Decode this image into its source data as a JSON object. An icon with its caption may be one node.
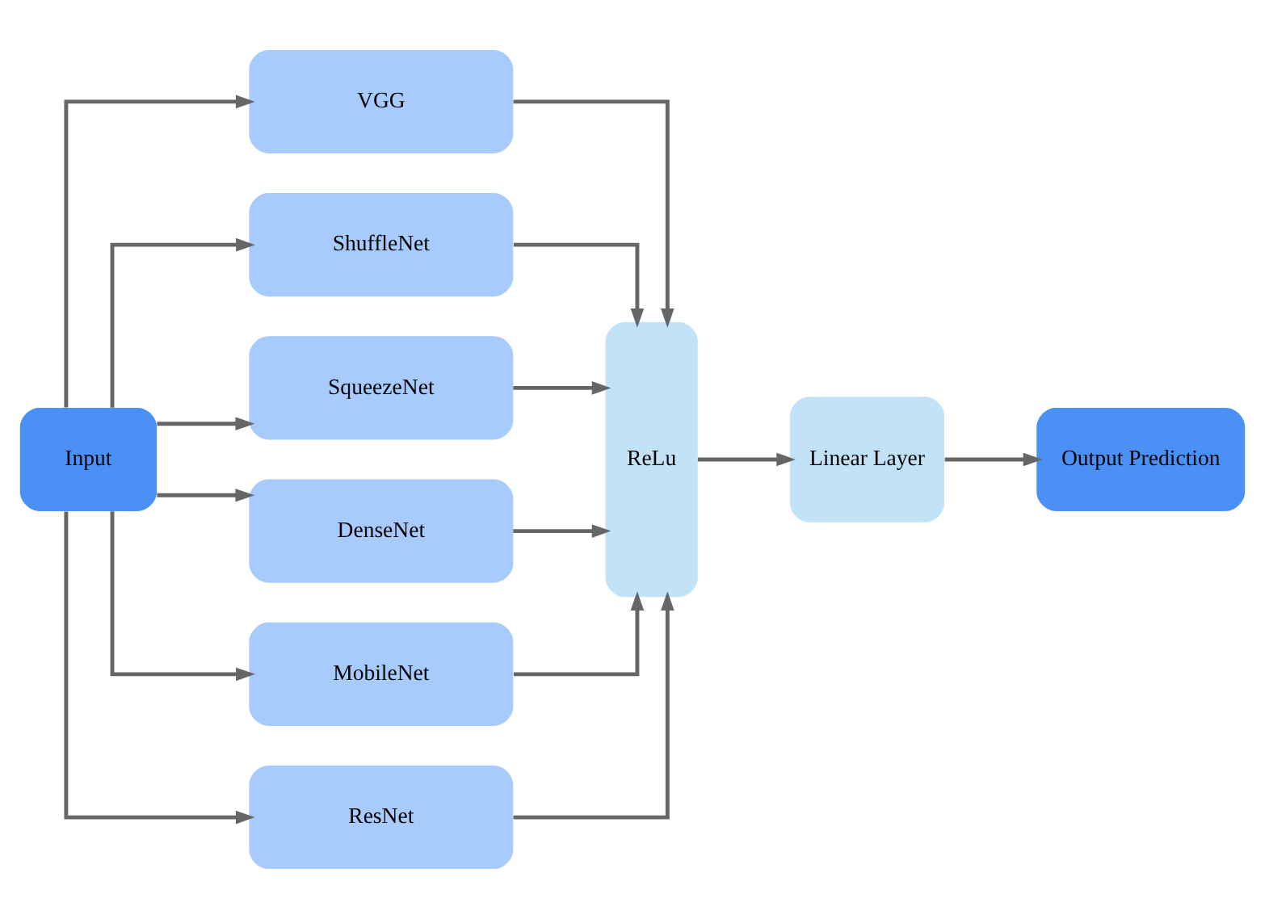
{
  "diagram": {
    "nodes": [
      {
        "text": [
          "Input"
        ]
      },
      {
        "text": [
          "VGG"
        ]
      },
      {
        "text": [
          "ShuffleNet"
        ]
      },
      {
        "text": [
          "SqueezeNet"
        ]
      },
      {
        "text": [
          "DenseNet"
        ]
      },
      {
        "text": [
          "MobileNet"
        ]
      },
      {
        "text": [
          "ResNet"
        ]
      },
      {
        "text": [
          "ReLu"
        ]
      },
      {
        "text": [
          "Linear Layer"
        ]
      },
      {
        "text": [
          "Output Prediction"
        ]
      }
    ],
    "edges": [
      {
        "from": 0,
        "to": 1,
        "arrow": "to"
      },
      {
        "from": 0,
        "to": 2,
        "arrow": "to"
      },
      {
        "from": 0,
        "to": 3,
        "arrow": "to"
      },
      {
        "from": 0,
        "to": 4,
        "arrow": "to"
      },
      {
        "from": 0,
        "to": 5,
        "arrow": "to"
      },
      {
        "from": 0,
        "to": 6,
        "arrow": "to"
      },
      {
        "from": 1,
        "to": 7,
        "arrow": "to"
      },
      {
        "from": 2,
        "to": 7,
        "arrow": "to"
      },
      {
        "from": 3,
        "to": 7,
        "arrow": "to"
      },
      {
        "from": 4,
        "to": 7,
        "arrow": "to"
      },
      {
        "from": 5,
        "to": 7,
        "arrow": "to"
      },
      {
        "from": 6,
        "to": 7,
        "arrow": "to"
      },
      {
        "from": 7,
        "to": 8,
        "arrow": "to"
      },
      {
        "from": 8,
        "to": 9,
        "arrow": "to"
      }
    ]
  }
}
